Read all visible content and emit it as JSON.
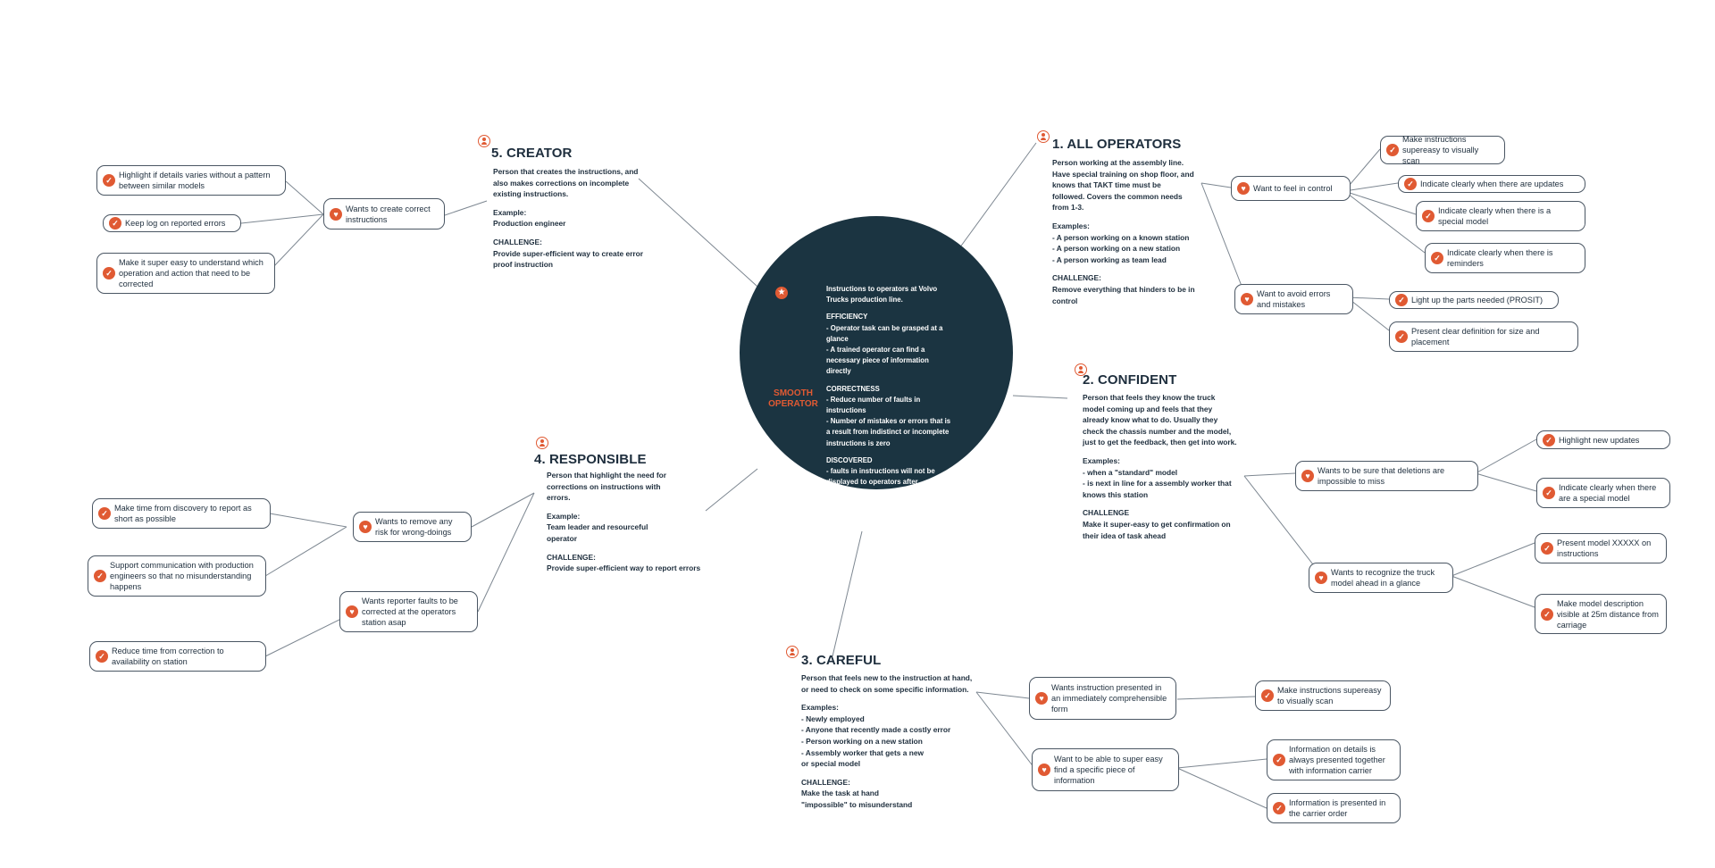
{
  "center": {
    "label": "SMOOTH OPERATOR",
    "intro": "Instructions to operators at Volvo Trucks production line.",
    "efficiency_head": "EFFICIENCY",
    "efficiency_1": "- Operator task can be grasped at a glance",
    "efficiency_2": "- A trained operator can find a necessary piece of information directly",
    "correctness_head": "CORRECTNESS",
    "correctness_1": "- Reduce number of faults in instructions",
    "correctness_2": "- Number of mistakes or errors that is a result from indistinct or incomplete instructions is zero",
    "discovered_head": "DISCOVERED",
    "discovered_1": "- faults in instructions will not be displayed to operators after correction"
  },
  "personas": {
    "all_operators": {
      "title": "1. ALL OPERATORS",
      "desc": "Person working at the assembly line. Have special training on shop floor, and knows that TAKT time must be followed. Covers the common needs from 1-3.",
      "examples_head": "Examples:",
      "examples": [
        "- A person working on a known station",
        "- A person working on a new station",
        "- A person working as team lead"
      ],
      "challenge_head": "CHALLENGE:",
      "challenge": "Remove everything that hinders to be in control",
      "needs": [
        {
          "label": "Want to feel in control",
          "details": [
            "Make instructions supereasy to visually scan",
            "Indicate clearly when there are updates",
            "Indicate clearly when there is a special model",
            "Indicate clearly when there is reminders"
          ]
        },
        {
          "label": "Want to avoid errors and mistakes",
          "details": [
            "Light up the parts needed (PROSIT)",
            "Present clear definition for size and placement"
          ]
        }
      ]
    },
    "confident": {
      "title": "2. CONFIDENT",
      "desc": "Person that feels they know the truck model coming up and feels that they already know what to do. Usually they check the chassis number and the model, just to get the feedback, then get into work.",
      "examples_head": "Examples:",
      "examples": [
        "- when a \"standard\" model",
        "- is next in line for a assembly worker that knows this station"
      ],
      "challenge_head": "CHALLENGE",
      "challenge": "Make it super-easy to get confirmation on their idea of task ahead",
      "needs": [
        {
          "label": "Wants to be sure that deletions are impossible to miss",
          "details": [
            "Highlight new updates",
            "Indicate clearly when there are a special model"
          ]
        },
        {
          "label": "Wants to recognize the truck model ahead in a glance",
          "details": [
            "Present model XXXXX on instructions",
            "Make model description visible at 25m distance from carriage"
          ]
        }
      ]
    },
    "careful": {
      "title": "3. CAREFUL",
      "desc": "Person that feels new to the instruction at hand, or need to check on some specific information.",
      "examples_head": "Examples:",
      "examples": [
        "- Newly employed",
        "- Anyone that recently made a costly error",
        "- Person working on a new station",
        "- Assembly worker that gets a new or special model"
      ],
      "challenge_head": "CHALLENGE:",
      "challenge": "Make the task at hand \"impossible\" to misunderstand",
      "needs": [
        {
          "label": "Wants instruction presented in an immediately comprehensible form",
          "details": [
            "Make instructions supereasy to visually scan"
          ]
        },
        {
          "label": "Want to be able to super easy find a specific piece of information",
          "details": [
            "Information on details is always presented together with information carrier",
            "Information is presented in the carrier order"
          ]
        }
      ]
    },
    "responsible": {
      "title": "4. RESPONSIBLE",
      "desc": "Person that highlight the need for corrections on instructions with errors.",
      "examples_head": "Example:",
      "examples": [
        "Team leader and resourceful operator"
      ],
      "challenge_head": "CHALLENGE:",
      "challenge": "Provide super-efficient way to report errors",
      "needs": [
        {
          "label": "Wants to remove any risk for wrong-doings",
          "details": [
            "Make time from discovery to report as short as possible",
            "Support communication with production engineers so that no misunderstanding happens"
          ]
        },
        {
          "label": "Wants reporter faults to be corrected at the operators station asap",
          "details": [
            "Reduce time from correction to availability on station"
          ]
        }
      ]
    },
    "creator": {
      "title": "5. CREATOR",
      "desc": "Person that creates the instructions, and also makes corrections on incomplete existing instructions.",
      "examples_head": "Example:",
      "examples": [
        "Production engineer"
      ],
      "challenge_head": "CHALLENGE:",
      "challenge": "Provide super-efficient way to create error proof instruction",
      "needs": [
        {
          "label": "Wants to create correct instructions",
          "details": [
            "Highlight if details varies without a pattern between similar models",
            "Keep log on reported errors",
            "Make it super easy to understand which operation and action that need to be corrected"
          ]
        }
      ]
    }
  },
  "colors": {
    "accent": "#e05a33",
    "dark": "#1b3441",
    "line": "#7d8791"
  }
}
